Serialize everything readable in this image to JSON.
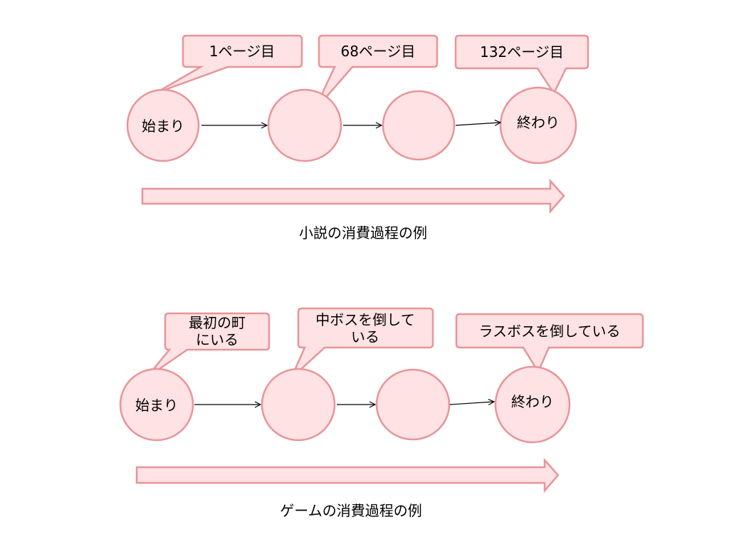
{
  "colors": {
    "fill": "#ffe2e3",
    "stroke": "#e8949a",
    "connector": "#000000"
  },
  "novel": {
    "caption": "小説の消費過程の例",
    "nodes": [
      {
        "label": "始まり"
      },
      {
        "label": ""
      },
      {
        "label": ""
      },
      {
        "label": "終わり"
      }
    ],
    "callouts": [
      {
        "text": "1ページ目"
      },
      {
        "text": "68ページ目"
      },
      {
        "text": "132ページ目"
      }
    ]
  },
  "game": {
    "caption": "ゲームの消費過程の例",
    "nodes": [
      {
        "label": "始まり"
      },
      {
        "label": ""
      },
      {
        "label": ""
      },
      {
        "label": "終わり"
      }
    ],
    "callouts": [
      {
        "text": "最初の町\nにいる"
      },
      {
        "text": "中ボスを倒して\nいる"
      },
      {
        "text": "ラスボスを倒している"
      }
    ]
  }
}
